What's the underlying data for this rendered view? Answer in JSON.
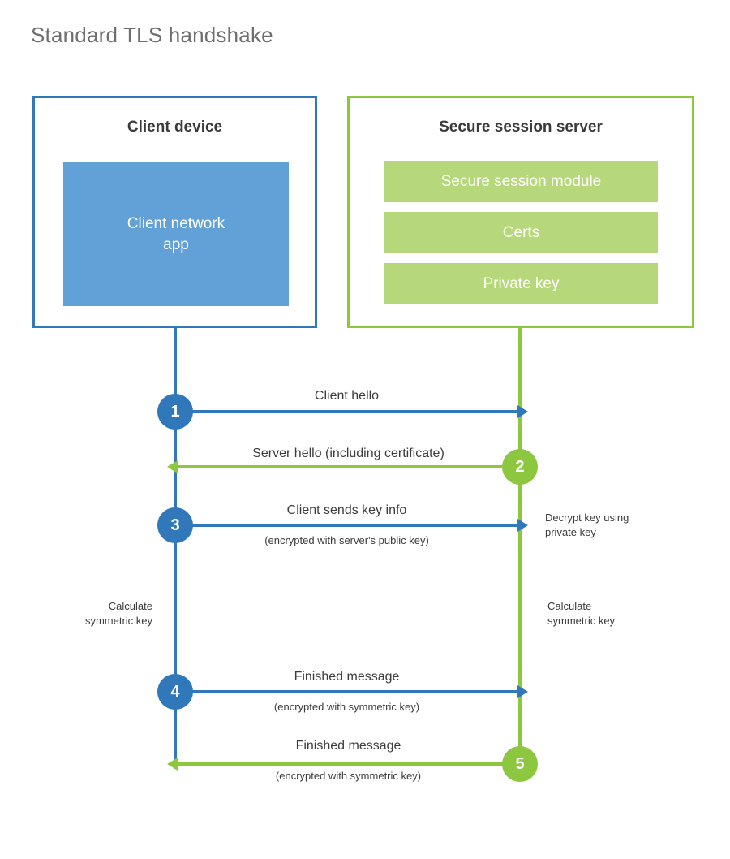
{
  "title": "Standard TLS handshake",
  "colors": {
    "blue_stroke": "#3178ba",
    "blue_fill": "#62a0d8",
    "green_stroke": "#8dc63f",
    "green_fill": "#b6d87a",
    "text": "#3c3c3c",
    "title_text": "#6e6e6e",
    "background": "#ffffff"
  },
  "client": {
    "title": "Client device",
    "block_label": "Client network\napp",
    "block_line1": "Client network",
    "block_line2": "app"
  },
  "server": {
    "title": "Secure session server",
    "bars": [
      {
        "label": "Secure session module"
      },
      {
        "label": "Certs"
      },
      {
        "label": "Private key"
      }
    ]
  },
  "steps": [
    {
      "number": "1",
      "label": "Client hello",
      "sublabel": "",
      "direction": "client-to-server",
      "color": "#3178ba"
    },
    {
      "number": "2",
      "label": "Server hello (including certificate)",
      "sublabel": "",
      "direction": "server-to-client",
      "color": "#8dc63f"
    },
    {
      "number": "3",
      "label": "Client sends key info",
      "sublabel": "(encrypted with server's public key)",
      "direction": "client-to-server",
      "color": "#3178ba"
    },
    {
      "number": "4",
      "label": "Finished message",
      "sublabel": "(encrypted with symmetric key)",
      "direction": "client-to-server",
      "color": "#3178ba"
    },
    {
      "number": "5",
      "label": "Finished message",
      "sublabel": "(encrypted with symmetric key)",
      "direction": "server-to-client",
      "color": "#8dc63f"
    }
  ],
  "notes": {
    "decrypt_key_line1": "Decrypt key using",
    "decrypt_key_line2": "private key",
    "client_calculate_line1": "Calculate",
    "client_calculate_line2": "symmetric key",
    "server_calculate_line1": "Calculate",
    "server_calculate_line2": "symmetric key"
  }
}
